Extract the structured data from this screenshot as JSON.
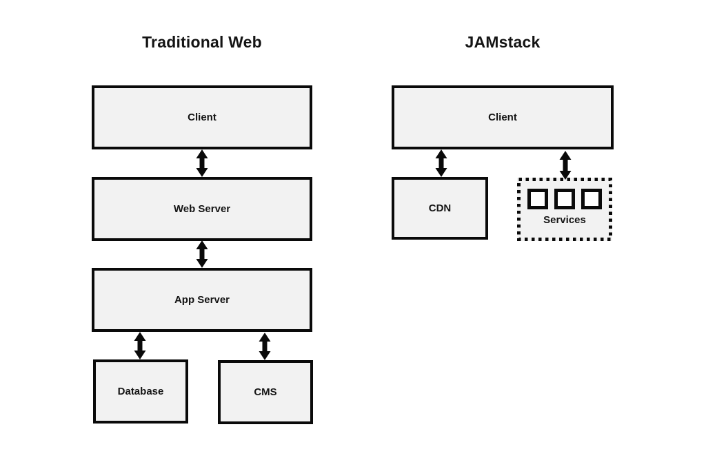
{
  "diagram": {
    "background_color": "#ffffff",
    "node_fill_color": "#f2f2f2",
    "line_color": "#0a0a0a",
    "left": {
      "title": "Traditional Web",
      "client": "Client",
      "web_server": "Web Server",
      "app_server": "App Server",
      "database": "Database",
      "cms": "CMS"
    },
    "right": {
      "title": "JAMstack",
      "client": "Client",
      "cdn": "CDN",
      "services": "Services",
      "services_icon_count": 3
    },
    "connections": [
      {
        "column": "Traditional Web",
        "from": "Client",
        "to": "Web Server",
        "style": "double-headed-arrow"
      },
      {
        "column": "Traditional Web",
        "from": "Web Server",
        "to": "App Server",
        "style": "double-headed-arrow"
      },
      {
        "column": "Traditional Web",
        "from": "App Server",
        "to": "Database",
        "style": "double-headed-arrow"
      },
      {
        "column": "Traditional Web",
        "from": "App Server",
        "to": "CMS",
        "style": "double-headed-arrow"
      },
      {
        "column": "JAMstack",
        "from": "Client",
        "to": "CDN",
        "style": "double-headed-arrow"
      },
      {
        "column": "JAMstack",
        "from": "Client",
        "to": "Services",
        "style": "double-headed-arrow"
      }
    ]
  }
}
